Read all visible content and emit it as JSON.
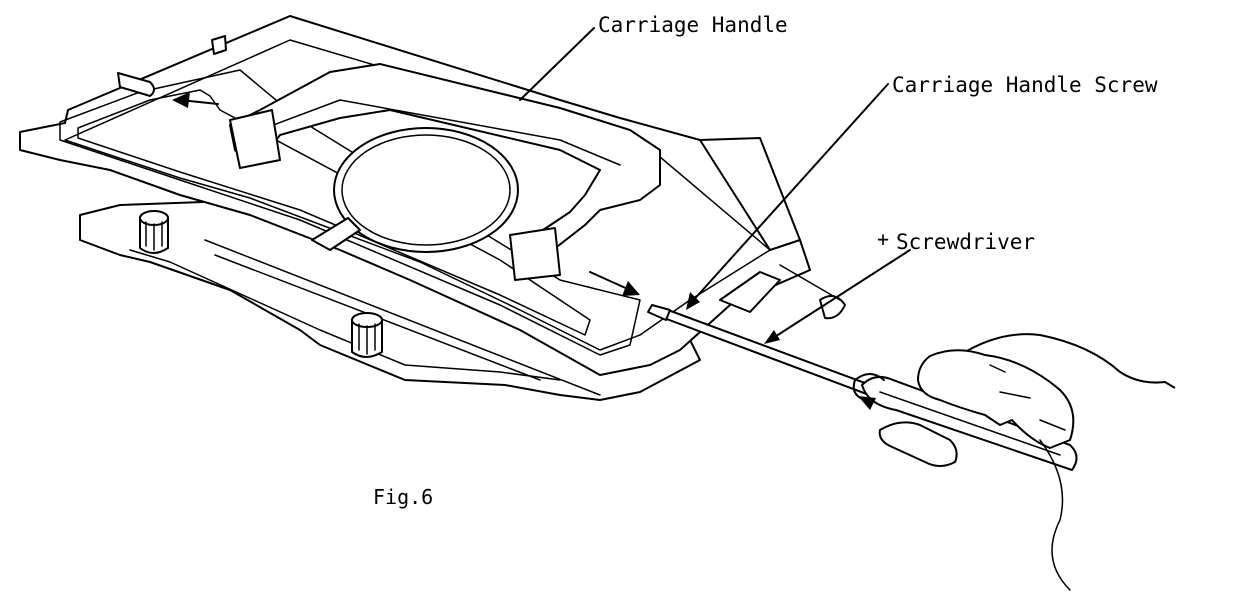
{
  "labels": {
    "carriage_handle": "Carriage Handle",
    "carriage_handle_screw": "Carriage Handle Screw",
    "screwdriver_symbol": "+",
    "screwdriver": "Screwdriver"
  },
  "caption": "Fig.6",
  "colors": {
    "ink": "#000000",
    "paper": "#ffffff"
  }
}
